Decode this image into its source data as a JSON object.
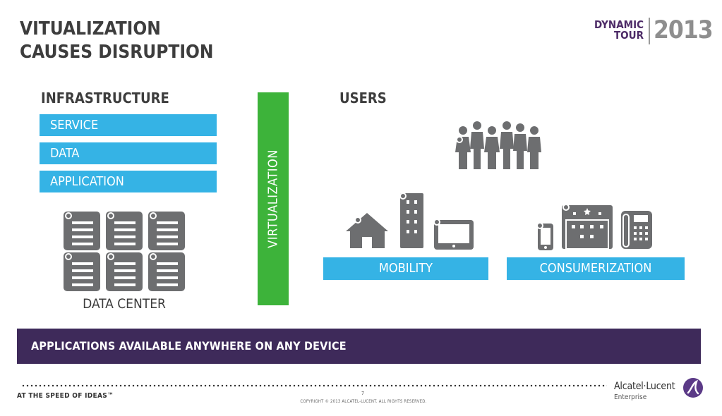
{
  "title": {
    "line1": "VITUALIZATION",
    "line2": "CAUSES DISRUPTION"
  },
  "logo": {
    "line1": "DYNAMIC",
    "line2": "TOUR",
    "year": "2013",
    "color_primary": "#4d2b67",
    "color_secondary": "#8e8e8e"
  },
  "infrastructure": {
    "heading": "INFRASTRUCTURE",
    "bars": [
      "SERVICE",
      "DATA",
      "APPLICATION"
    ],
    "datacenter_label": "DATA CENTER",
    "server_icon": "server-rack-icon"
  },
  "virtualization": {
    "label": "VIRTUALIZATION"
  },
  "users": {
    "heading": "USERS",
    "group_icon": "people-group-icon",
    "mobility_icons": [
      "house-icon",
      "office-building-icon",
      "tablet-icon"
    ],
    "consumerization_icons": [
      "smartphone-icon",
      "hotel-building-icon",
      "desk-phone-icon"
    ],
    "mobility_label": "MOBILITY",
    "consumerization_label": "CONSUMERIZATION"
  },
  "banner": {
    "text": "APPLICATIONS AVAILABLE ANYWHERE ON ANY DEVICE"
  },
  "footer": {
    "tagline": "AT THE SPEED OF IDEAS™",
    "page_number": "7",
    "copyright": "COPYRIGHT © 2013 ALCATEL-LUCENT.   ALL RIGHTS RESERVED.",
    "brand": "Alcatel·Lucent",
    "brand_sub": "Enterprise"
  },
  "colors": {
    "bar_blue": "#35b3e5",
    "virt_green": "#3db33a",
    "banner_purple": "#3e2a5a",
    "icon_gray": "#6d6e70",
    "text_dark": "#3d3d3d"
  }
}
